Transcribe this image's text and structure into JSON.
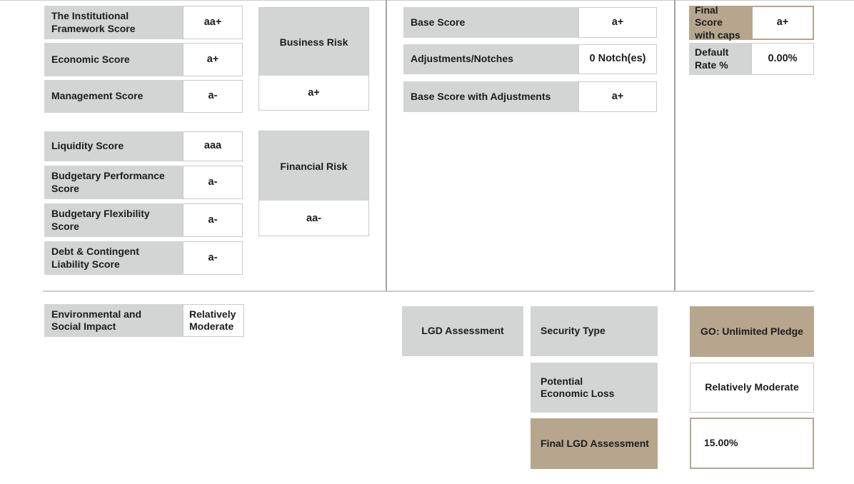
{
  "colors": {
    "bg": "#ffffff",
    "text": "#1c1c1c",
    "box_gray": "#d3d4d4",
    "accent_tan": "#b7a68d",
    "border_gray": "#c9caca",
    "divider_gray": "#a4a4a4",
    "rule_gray": "#cccccc"
  },
  "scores": [
    {
      "label": "The Institutional\nFramework Score",
      "value": "aa+"
    },
    {
      "label": "Economic Score",
      "value": "a+"
    },
    {
      "label": "Management Score",
      "value": "a-"
    },
    {
      "label": "Liquidity Score",
      "value": "aaa"
    },
    {
      "label": "Budgetary Performance\nScore",
      "value": "a-"
    },
    {
      "label": "Budgetary Flexibility\nScore",
      "value": "a-"
    },
    {
      "label": "Debt & Contingent\nLiability Score",
      "value": "a-"
    }
  ],
  "risk": [
    {
      "label": "Business Risk",
      "value": "a+"
    },
    {
      "label": "Financial Risk",
      "value": "aa-"
    }
  ],
  "base": [
    {
      "label": "Base Score",
      "value": "a+"
    },
    {
      "label": "Adjustments/Notches",
      "value": "0 Notch(es)"
    },
    {
      "label": "Base Score with Adjustments",
      "value": "a+"
    }
  ],
  "final": [
    {
      "label": "Final Score\nwith caps",
      "value": "a+"
    },
    {
      "label": "Default\nRate %",
      "value": "0.00%"
    }
  ],
  "esg": {
    "label": "Environmental and\nSocial Impact",
    "value": "Relatively\nModerate"
  },
  "lgd": {
    "header": "LGD Assessment",
    "rows": [
      {
        "label": "Security Type",
        "value": "GO: Unlimited Pledge"
      },
      {
        "label": "Potential\nEconomic Loss",
        "value": "Relatively Moderate"
      },
      {
        "label": "Final LGD Assessment",
        "value": "15.00%"
      }
    ]
  }
}
